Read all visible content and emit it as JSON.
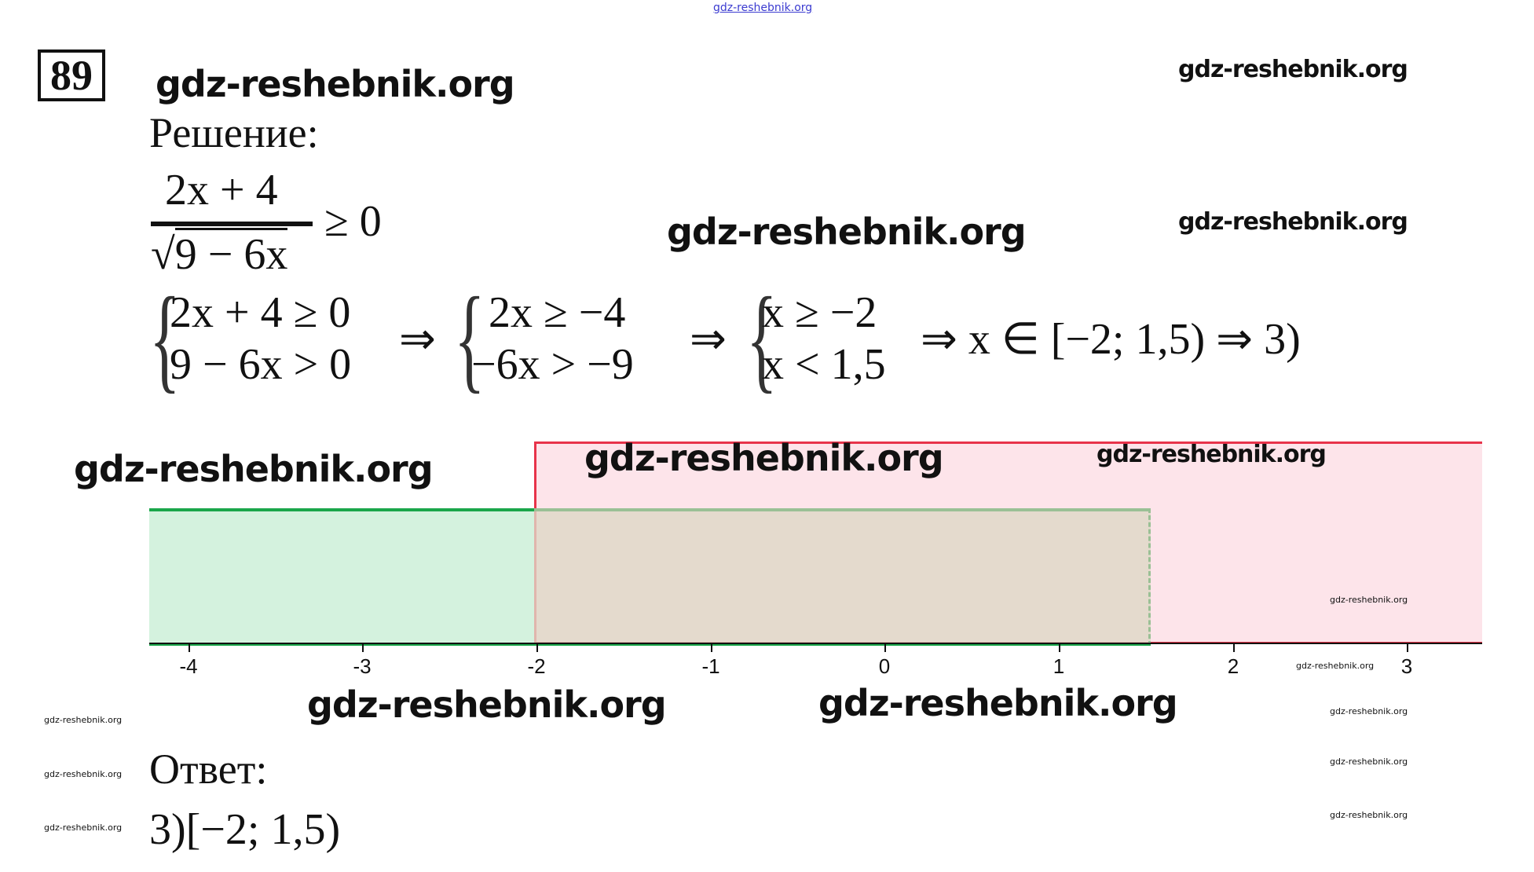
{
  "watermark": "gdz-reshebnik.org",
  "problem_number": "89",
  "solution_label": "Решение:",
  "fraction": {
    "numerator": "2x + 4",
    "denominator": "9 − 6x",
    "relation": "≥ 0"
  },
  "system1": [
    "2x + 4 ≥ 0",
    "9 − 6x > 0"
  ],
  "system2": [
    "2x ≥ −4",
    "−6x > −9"
  ],
  "system3": [
    "x ≥ −2",
    "x < 1,5"
  ],
  "conclusion": "⇒ x ∈ [−2; 1,5) ⇒ 3)",
  "arrow": "⇒",
  "chart_data": {
    "type": "interval",
    "x_ticks": [
      "-4",
      "-3",
      "-2",
      "-1",
      "0",
      "1",
      "2",
      "3"
    ],
    "xlim": [
      -4.2,
      3.4
    ],
    "intervals": [
      {
        "name": "x < 1,5",
        "from": -4.2,
        "to": 1.5,
        "color": "#1aa64a",
        "fill": "#d9f5e6"
      },
      {
        "name": "x ≥ −2",
        "from": -2,
        "to": 3.4,
        "color": "#e8334a",
        "fill": "#fde4ea"
      }
    ]
  },
  "answer_label": "Ответ:",
  "answer": "3)[−2; 1,5)"
}
